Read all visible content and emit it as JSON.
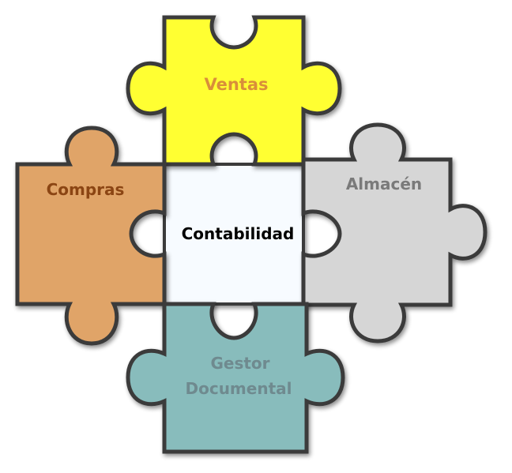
{
  "pieces": {
    "ventas": {
      "label": "Ventas",
      "fill": "#ffff33",
      "text_color": "#d98e3a"
    },
    "compras": {
      "label": "Compras",
      "fill": "#e0a468",
      "text_color": "#8b4513"
    },
    "almacen": {
      "label": "Almacén",
      "fill": "#d6d6d6",
      "text_color": "#7a7a7a"
    },
    "contabilidad": {
      "label": "Contabilidad",
      "fill": "#f7fbff",
      "text_color": "#000000"
    },
    "gestor": {
      "line1": "Gestor",
      "line2": "Documental",
      "fill": "#88bcbc",
      "text_color": "#6f8a8f"
    }
  }
}
